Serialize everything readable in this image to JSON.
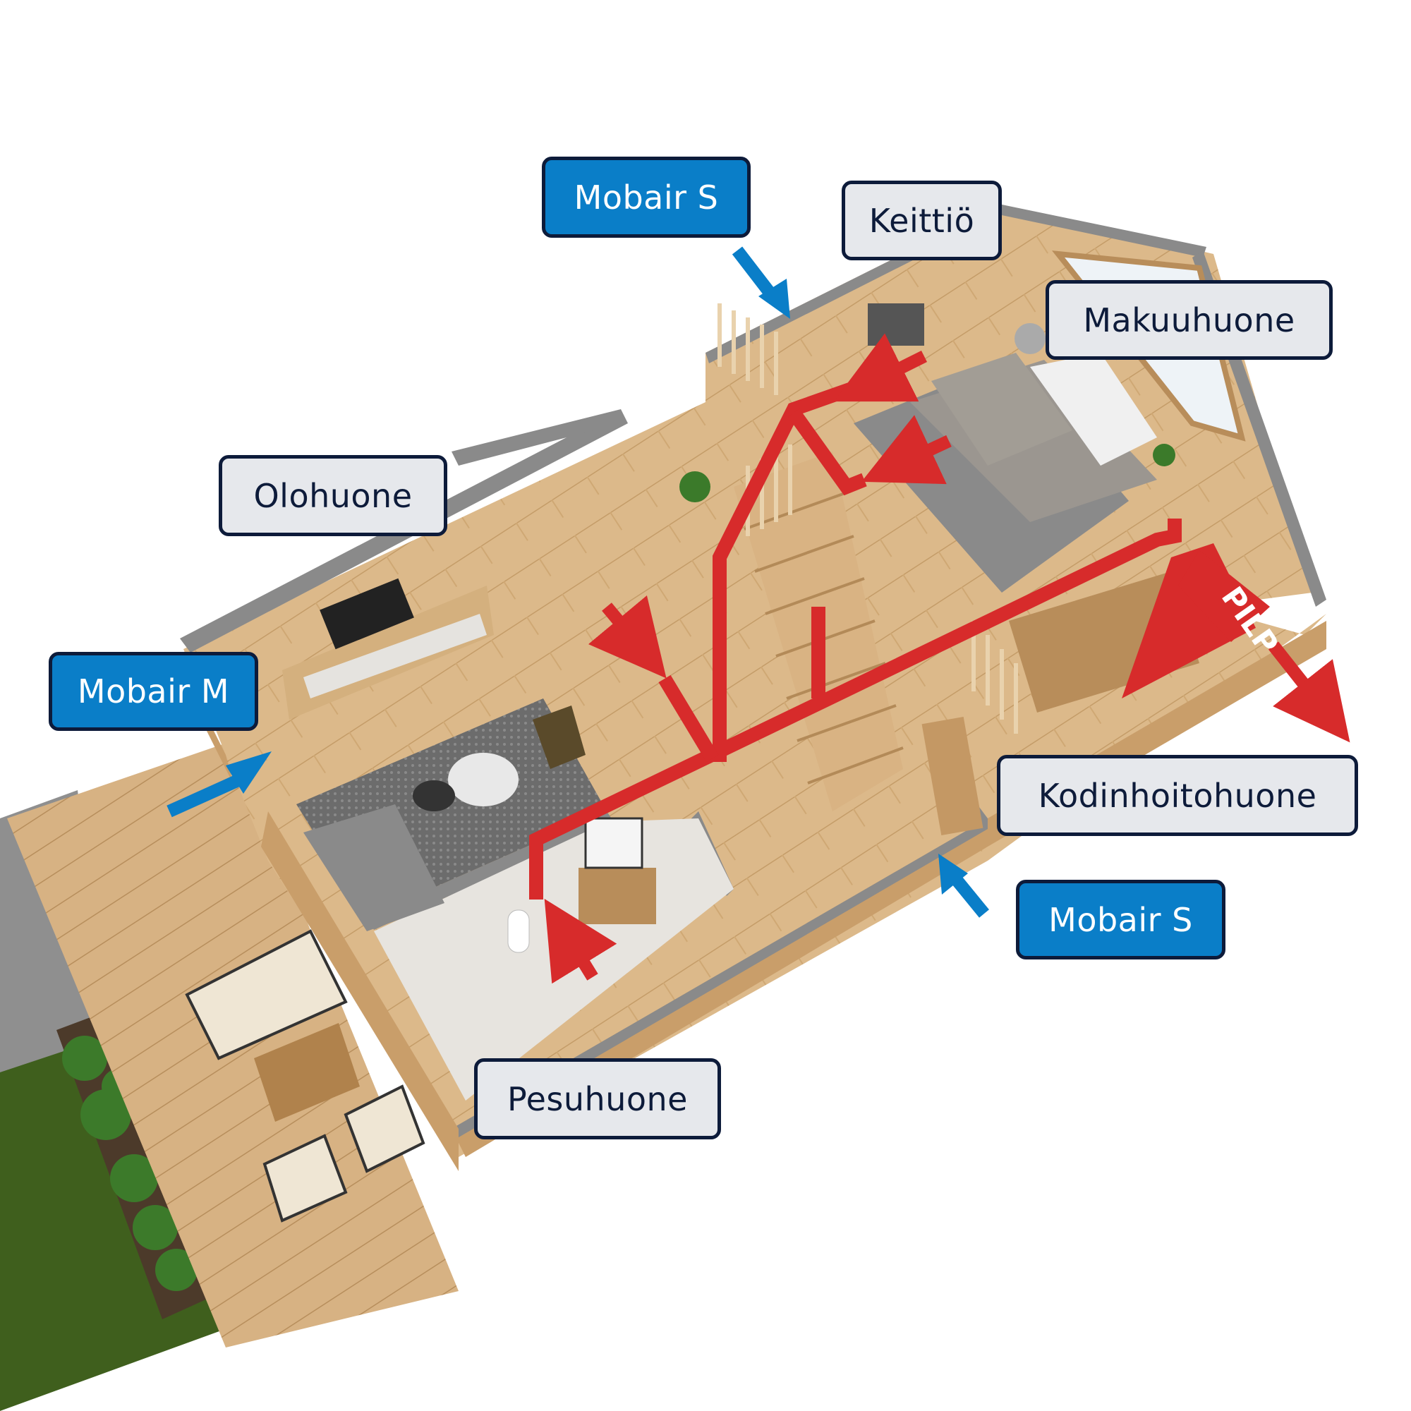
{
  "colors": {
    "wood": "#d9b587",
    "wood_dark": "#b88d5a",
    "wall_top": "#8a8a8a",
    "duct": "#d72b2b",
    "supply_arrow": "#d72b2b",
    "intake_arrow": "#0a7ec8",
    "grass": "#3f5f1d",
    "room_label_bg": "#e6e8ec",
    "unit_label_bg": "#0a7ec8",
    "label_border": "#0d1b3a"
  },
  "rooms": {
    "kitchen": "Keittiö",
    "bedroom": "Makuuhuone",
    "living_room": "Olohuone",
    "utility_room": "Kodinhoitohuone",
    "bathroom": "Pesuhuone"
  },
  "units": {
    "top": "Mobair S",
    "left": "Mobair M",
    "right": "Mobair S"
  },
  "device": {
    "name": "PILP"
  },
  "icons": {
    "supply_arrows": "red-arrow-icon",
    "intake_arrows": "blue-arrow-icon"
  }
}
